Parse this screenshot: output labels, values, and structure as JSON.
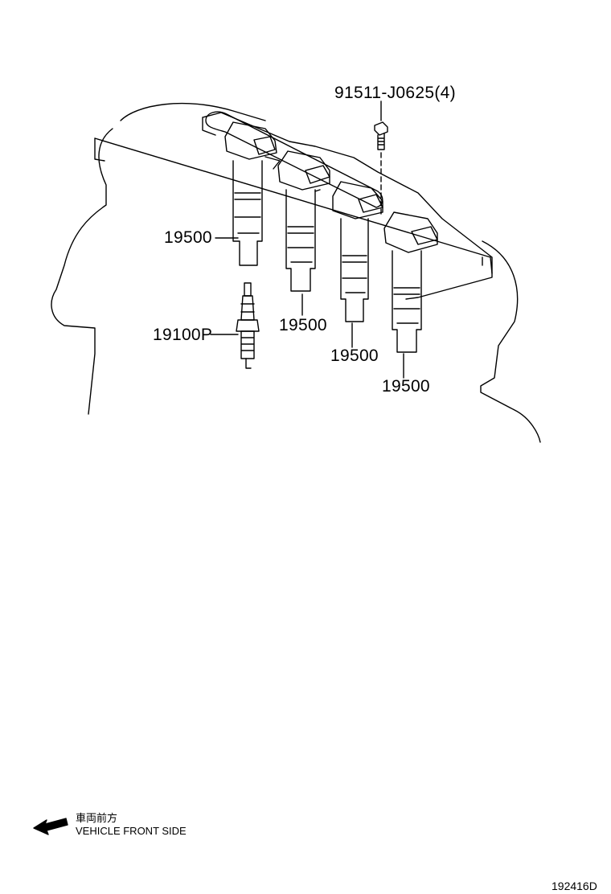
{
  "callouts": {
    "bolt": "91511-J0625(4)",
    "coil_1": "19500",
    "coil_2": "19500",
    "coil_3": "19500",
    "coil_4": "19500",
    "spark_plug": "19100P"
  },
  "direction": {
    "japanese": "車両前方",
    "english": "VEHICLE FRONT SIDE",
    "arrow_icon": "left-arrow-icon"
  },
  "figure_ref": "192416D"
}
